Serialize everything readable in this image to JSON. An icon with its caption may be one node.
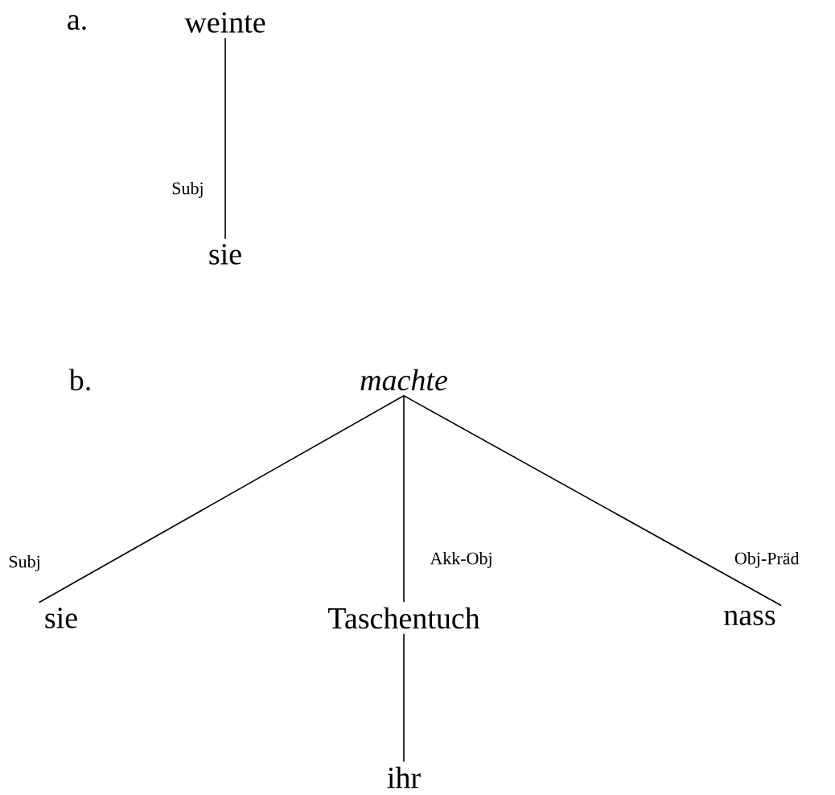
{
  "diagram": {
    "nodes": [
      {
        "text": [
          "weinte"
        ]
      },
      {
        "text": [
          "sie"
        ]
      },
      {
        "text": [
          "machte"
        ]
      },
      {
        "text": [
          "sie"
        ]
      },
      {
        "text": [
          "Taschentuch"
        ]
      },
      {
        "text": [
          "nass"
        ]
      },
      {
        "text": [
          "ihr"
        ]
      }
    ],
    "edges": [
      {
        "from": 0,
        "to": 1,
        "arrow": "none",
        "label": "Subj"
      },
      {
        "from": 2,
        "to": 3,
        "arrow": "none",
        "label": "Subj"
      },
      {
        "from": 2,
        "to": 4,
        "arrow": "none",
        "label": "Akk-Obj"
      },
      {
        "from": 2,
        "to": 5,
        "arrow": "none",
        "label": "Obj-Präd"
      },
      {
        "from": 4,
        "to": 6,
        "arrow": "none"
      }
    ],
    "labels": [
      "a.",
      "b."
    ]
  }
}
